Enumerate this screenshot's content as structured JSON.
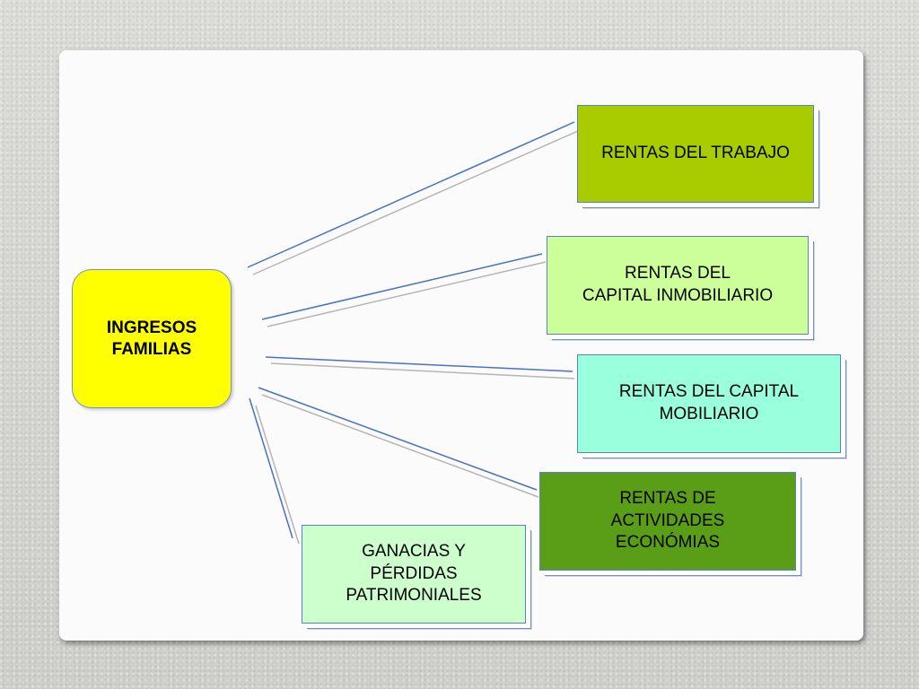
{
  "diagram": {
    "root": {
      "label": "INGRESOS\nFAMILIAS",
      "color": "#ffff00"
    },
    "branches": [
      {
        "id": "trabajo",
        "label": "RENTAS DEL TRABAJO",
        "color": "#a8cc00"
      },
      {
        "id": "inmobiliario",
        "label": "RENTAS DEL\nCAPITAL INMOBILIARIO",
        "color": "#ccff99"
      },
      {
        "id": "mobiliario",
        "label": "RENTAS DEL CAPITAL\nMOBILIARIO",
        "color": "#99ffdd"
      },
      {
        "id": "actividades",
        "label": "RENTAS DE\nACTIVIDADES\nECONÓMIAS",
        "color": "#5a9e18"
      },
      {
        "id": "patrimoniales",
        "label": "GANACIAS Y\nPÉRDIDAS\nPATRIMONIALES",
        "color": "#ccffcc"
      }
    ]
  }
}
